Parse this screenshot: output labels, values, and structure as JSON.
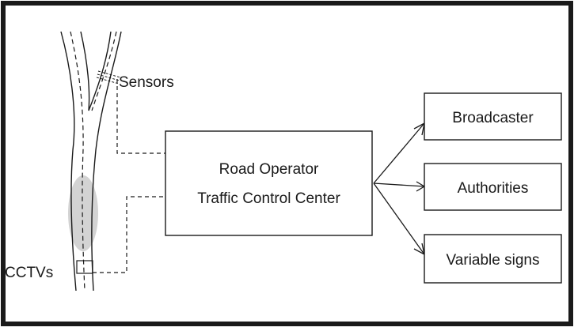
{
  "diagram": {
    "sensors_label": "Sensors",
    "cctv_label": "CCTVs",
    "center": {
      "line1": "Road Operator",
      "line2": "Traffic Control Center"
    },
    "outputs": [
      {
        "label": "Broadcaster"
      },
      {
        "label": "Authorities"
      },
      {
        "label": "Variable signs"
      }
    ]
  },
  "colors": {
    "frame": "#1a1a1a",
    "lines": "#1a1a1a",
    "cctv_highlight": "#d3d3d3",
    "background": "#ffffff"
  }
}
